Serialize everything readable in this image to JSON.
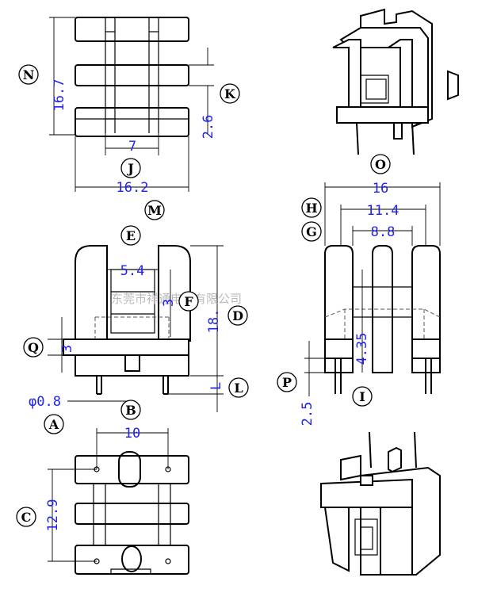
{
  "dimensions": {
    "N": "16.7",
    "K": "2.6",
    "J": "7",
    "M": "16.2",
    "O": "16",
    "H": "11.4",
    "G": "8.8",
    "E": "5.4",
    "F": "3",
    "D": "18.",
    "Q": "3",
    "L": "L",
    "A": "φ0.8",
    "P": "2.5",
    "I": "4.35",
    "B": "10",
    "C": "12.9"
  },
  "labels": {
    "N": "N",
    "K": "K",
    "J": "J",
    "M": "M",
    "O": "O",
    "H": "H",
    "G": "G",
    "E": "E",
    "F": "F",
    "D": "D",
    "Q": "Q",
    "L": "L",
    "A": "A",
    "B": "B",
    "P": "P",
    "I": "I",
    "C": "C"
  },
  "watermark": "东莞市祥通电子有限公司",
  "colors": {
    "dimension_text": "#2222ee",
    "line": "#000000"
  }
}
